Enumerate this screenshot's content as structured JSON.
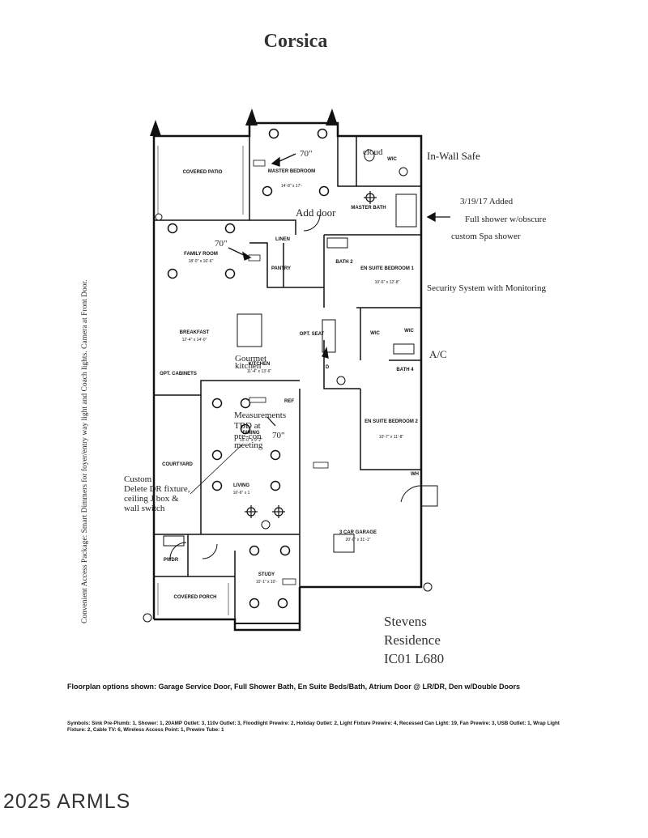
{
  "plan_title": "Corsica",
  "rooms": {
    "covered_patio": "COVERED PATIO",
    "master_bedroom": "MASTER BEDROOM",
    "master_bedroom_dim": "14'-8\" x 17'-",
    "closet_wic": "WIC",
    "master_bath": "MASTER BATH",
    "family_room": "FAMILY ROOM",
    "family_room_dim": "18'-0\" x 16'-6\"",
    "linen": "LINEN",
    "pantry": "PANTRY",
    "bath2": "BATH 2",
    "en_suite_1": "EN SUITE BEDROOM 1",
    "en_suite_1_dim": "10'-6\" x 12'-8\"",
    "breakfast": "BREAKFAST",
    "breakfast_dim": "12'-4\" x 14'-0\"",
    "opt_cabinets": "OPT. CABINETS",
    "kitchen": "KITCHEN",
    "kitchen_dim": "11'-4\" x 13'-6\"",
    "opt_seat": "OPT. SEAT",
    "wic2": "WIC",
    "wic3": "WIC",
    "bath4": "BATH 4",
    "ref": "REF",
    "en_suite_2": "EN SUITE BEDROOM 2",
    "en_suite_2_dim": "10'-7\" x 11'-8\"",
    "courtyard": "COURTYARD",
    "dining": "DINING",
    "dining_dim": "15'-0\" x 9'-2\"",
    "living": "LIVING",
    "living_dim": "16'-6\" x 1",
    "garage": "3 CAR GARAGE",
    "garage_dim": "20'-0\" x 31'-1\"",
    "pwdr": "PWDR",
    "study": "STUDY",
    "study_dim": "10'-1\" x 10'-",
    "covered_porch": "COVERED PORCH",
    "wh": "WH",
    "d": "D"
  },
  "annotations": {
    "tv_master": "70\"",
    "tv_family": "70\"",
    "tv_dining": "70\"",
    "closet_label": "cloud",
    "in_wall_safe": "In-Wall Safe",
    "add_door": "Add door",
    "shower_note_1": "3/19/17 Added",
    "shower_note_2": "Full shower w/obscure",
    "shower_note_3": "custom Spa shower",
    "security": "Security System with Monitoring",
    "ac": "A/C",
    "gourmet_1": "Gourmet",
    "gourmet_2": "kitchen",
    "measure_1": "Measurements",
    "measure_2": "TBD at",
    "measure_3": "pre-con",
    "measure_4": "meeting",
    "custom_1": "Custom",
    "custom_2": "Delete DR fixture,",
    "custom_3": "ceiling J box &",
    "custom_4": "wall switch",
    "side_note": "Convenient Access Package: Smart Dimmers for foyer/entry way light and Coach lights. Camera at Front Door."
  },
  "residence": {
    "line1": "Stevens",
    "line2": "Residence",
    "line3": "IC01 L680"
  },
  "options": {
    "lead": "Floorplan options shown:",
    "text": "Garage Service Door,  Full Shower Bath,  En Suite Beds/Bath,  Atrium Door @ LR/DR,  Den w/Double Doors"
  },
  "symbols": {
    "lead": "Symbols:",
    "text": "Sink Pre-Plumb: 1,  Shower: 1,  20AMP Outlet: 3,  110v Outlet: 3,  Floodlight Prewire: 2,  Holiday Outlet: 2,  Light Fixture Prewire: 4,  Recessed Can Light: 19,  Fan Prewire: 3,  USB Outlet: 1,  Wrap Light Fixture: 2,  Cable TV: 6,  Wireless Access Point: 1,  Prewire Tube: 1"
  },
  "copyright": "2025 ARMLS"
}
